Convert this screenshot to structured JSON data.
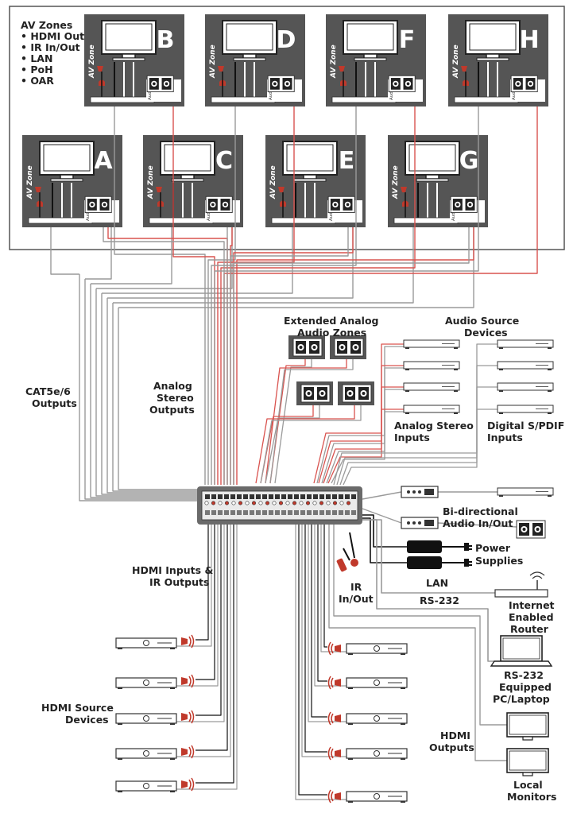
{
  "legend": {
    "title": "AV Zones",
    "items": [
      "• HDMI Out",
      "• IR In/Out",
      "• LAN",
      "• PoH",
      "• OAR"
    ]
  },
  "zone_tag": "AV Zone",
  "audio_zone_tag": "Audio Zone",
  "zones_top": [
    "B",
    "D",
    "F",
    "H"
  ],
  "zones_bottom": [
    "A",
    "C",
    "E",
    "G"
  ],
  "labels": {
    "cat5": [
      "CAT5e/6",
      "Outputs"
    ],
    "analog_stereo_out": [
      "Analog",
      "Stereo",
      "Outputs"
    ],
    "extended_analog": [
      "Extended Analog",
      "Audio Zones"
    ],
    "audio_source": [
      "Audio Source",
      "Devices"
    ],
    "analog_stereo_in": [
      "Analog Stereo",
      "Inputs"
    ],
    "digital_spdif": [
      "Digital S/PDIF",
      "Inputs"
    ],
    "bidirectional": [
      "Bi-directional",
      "Audio In/Out"
    ],
    "power": [
      "Power",
      "Supplies"
    ],
    "lan": "LAN",
    "rs232": "RS-232",
    "ir_in_out": [
      "IR",
      "In/Out"
    ],
    "router": [
      "Internet",
      "Enabled",
      "Router"
    ],
    "pc": [
      "RS-232",
      "Equipped",
      "PC/Laptop"
    ],
    "hdmi_inputs_ir": [
      "HDMI Inputs &",
      "IR Outputs"
    ],
    "hdmi_source": [
      "HDMI Source",
      "Devices"
    ],
    "hdmi_outputs": [
      "HDMI",
      "Outputs"
    ],
    "local_monitors": [
      "Local",
      "Monitors"
    ]
  },
  "colors": {
    "panel": "#555555",
    "cable_gray": "#9a9a9a",
    "cable_red": "#d9534f",
    "ir_red": "#c0392b"
  }
}
